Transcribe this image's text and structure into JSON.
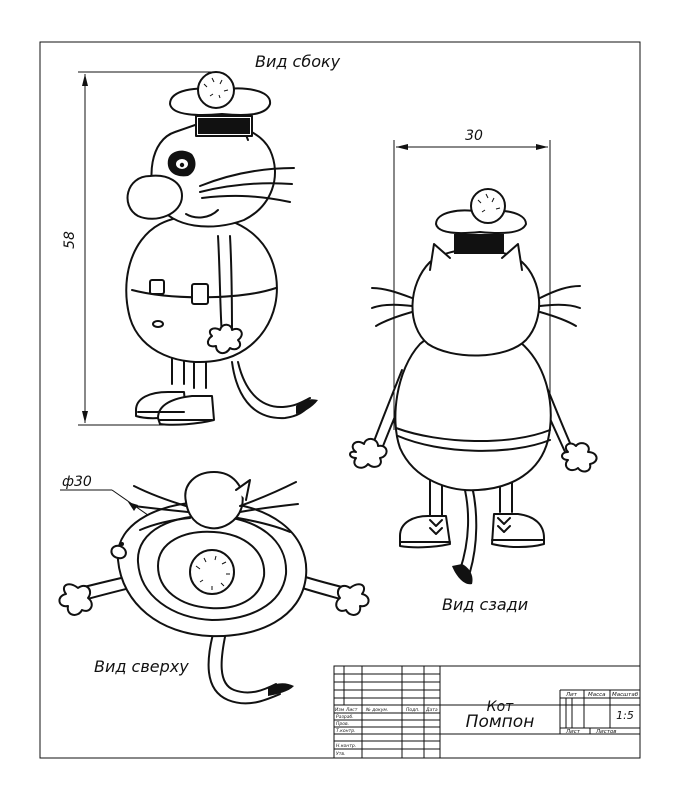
{
  "views": {
    "side": "Вид сбоку",
    "back": "Вид сзади",
    "top": "Вид сверху"
  },
  "dimensions": {
    "height": "58",
    "width": "30",
    "diameter": "ф30"
  },
  "title_block": {
    "name_line1": "Кот",
    "name_line2": "Помпон",
    "scale": "1:5",
    "header_lit": "Лит",
    "header_mass": "Масса",
    "header_scale": "Масштаб",
    "sheet": "Лист",
    "sheets": "Листов",
    "col_izm": "Изм",
    "col_list": "Лист",
    "col_doc": "№ докум.",
    "col_sign": "Подп.",
    "col_date": "Дата",
    "row_razrab": "Разраб.",
    "row_prov": "Пров.",
    "row_tkontr": "Т.контр.",
    "row_nkontr": "Н.контр.",
    "row_utv": "Утв."
  }
}
